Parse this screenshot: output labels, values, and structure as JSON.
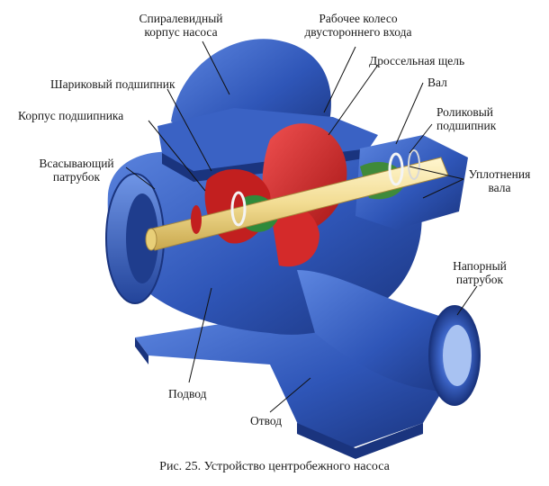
{
  "colors": {
    "casing": "#2f56b8",
    "casing_dark": "#1a347e",
    "casing_light": "#5d86e0",
    "impeller": "#d42a2a",
    "shaft": "#f2dc92",
    "seal_green": "#3f8a3a",
    "bearing_white": "#f4f4f4",
    "leader": "#111111"
  },
  "labels": {
    "volute_casing": [
      "Спиралевидный",
      "корпус насоса"
    ],
    "impeller": [
      "Рабочее колесо",
      "двустороннего входа"
    ],
    "throttle_gap": [
      "Дроссельная щель"
    ],
    "ball_bearing": [
      "Шариковый подшипник"
    ],
    "shaft": [
      "Вал"
    ],
    "bearing_housing": [
      "Корпус подшипника"
    ],
    "roller_bearing": [
      "Роликовый",
      "подшипник"
    ],
    "suction_nozzle": [
      "Всасывающий",
      "патрубок"
    ],
    "shaft_seals": [
      "Уплотнения",
      "вала"
    ],
    "discharge_nozzle": [
      "Напорный",
      "патрубок"
    ],
    "inlet": [
      "Подвод"
    ],
    "outlet": [
      "Отвод"
    ]
  },
  "caption": "Рис. 25. Устройство центробежного насоса"
}
